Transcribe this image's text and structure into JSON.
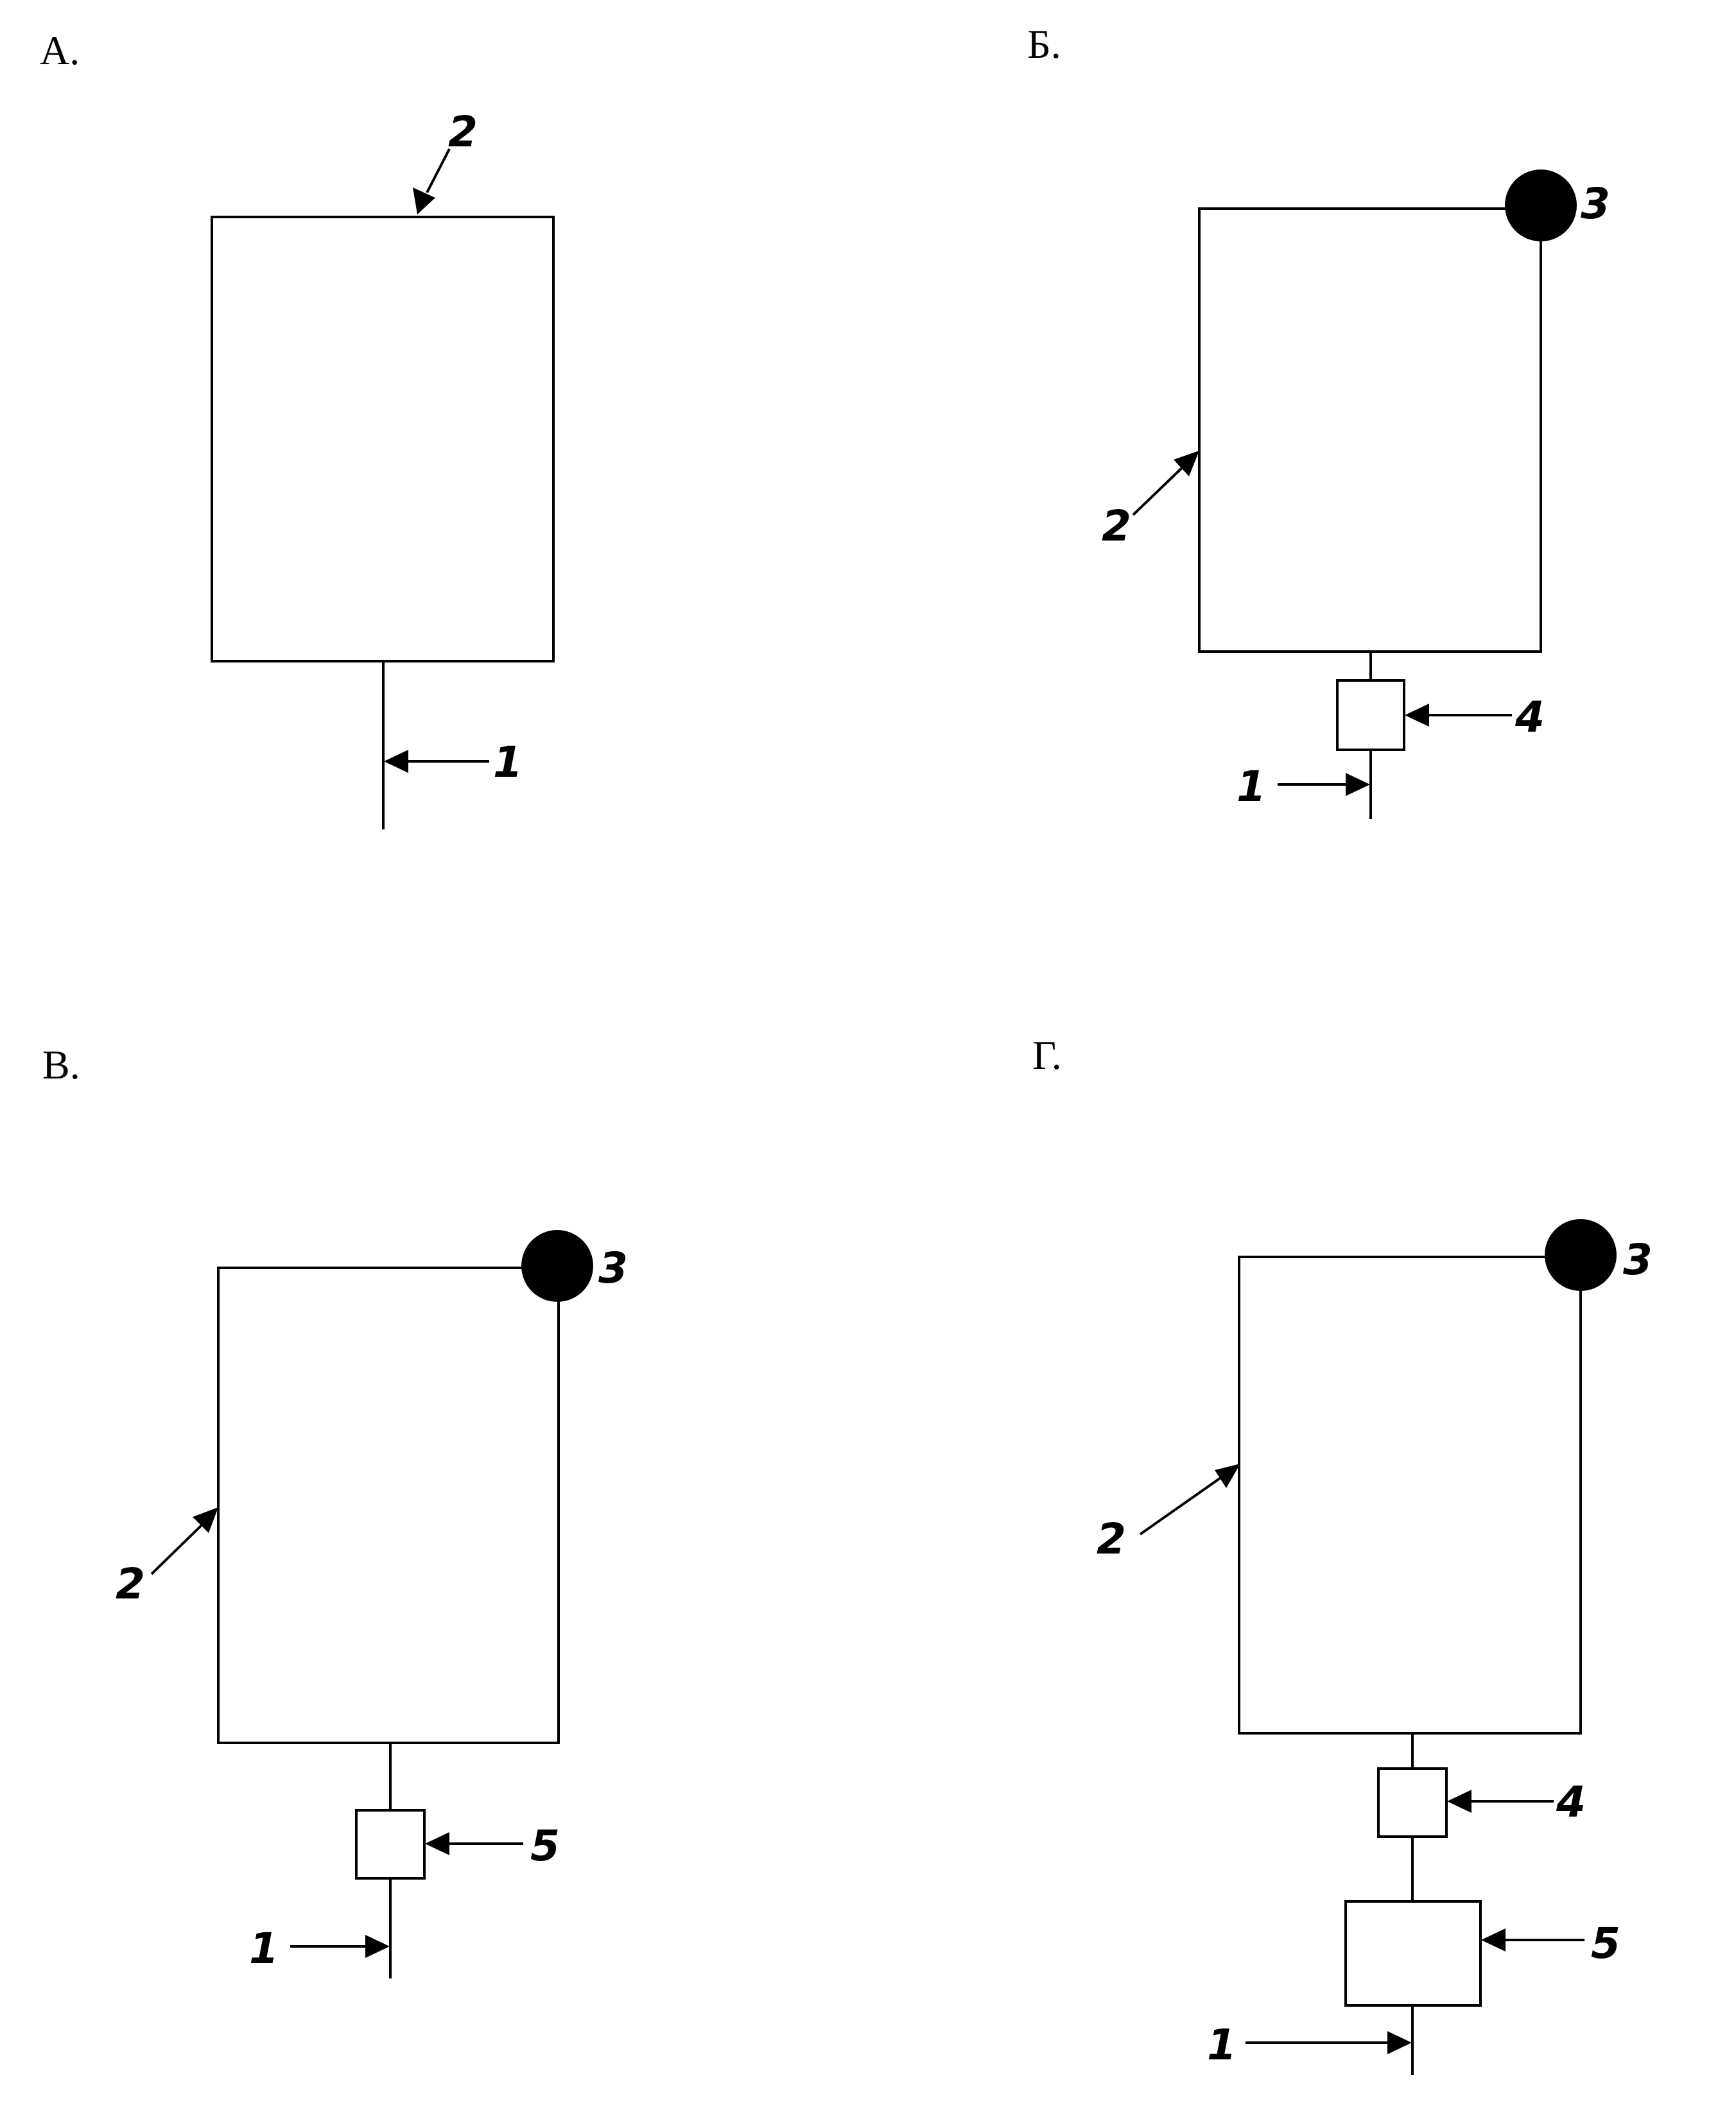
{
  "panels": {
    "a": {
      "label": "А.",
      "markers": {
        "inlet": "1",
        "vessel": "2"
      }
    },
    "b": {
      "label": "Б.",
      "markers": {
        "inlet": "1",
        "vessel": "2",
        "top_node": "3",
        "unit_4": "4"
      }
    },
    "v": {
      "label": "В.",
      "markers": {
        "inlet": "1",
        "vessel": "2",
        "top_node": "3",
        "unit_5": "5"
      }
    },
    "g": {
      "label": "Г.",
      "markers": {
        "inlet": "1",
        "vessel": "2",
        "top_node": "3",
        "unit_4": "4",
        "unit_5": "5"
      }
    }
  },
  "colors": {
    "ink": "#000000",
    "paper": "#ffffff"
  }
}
